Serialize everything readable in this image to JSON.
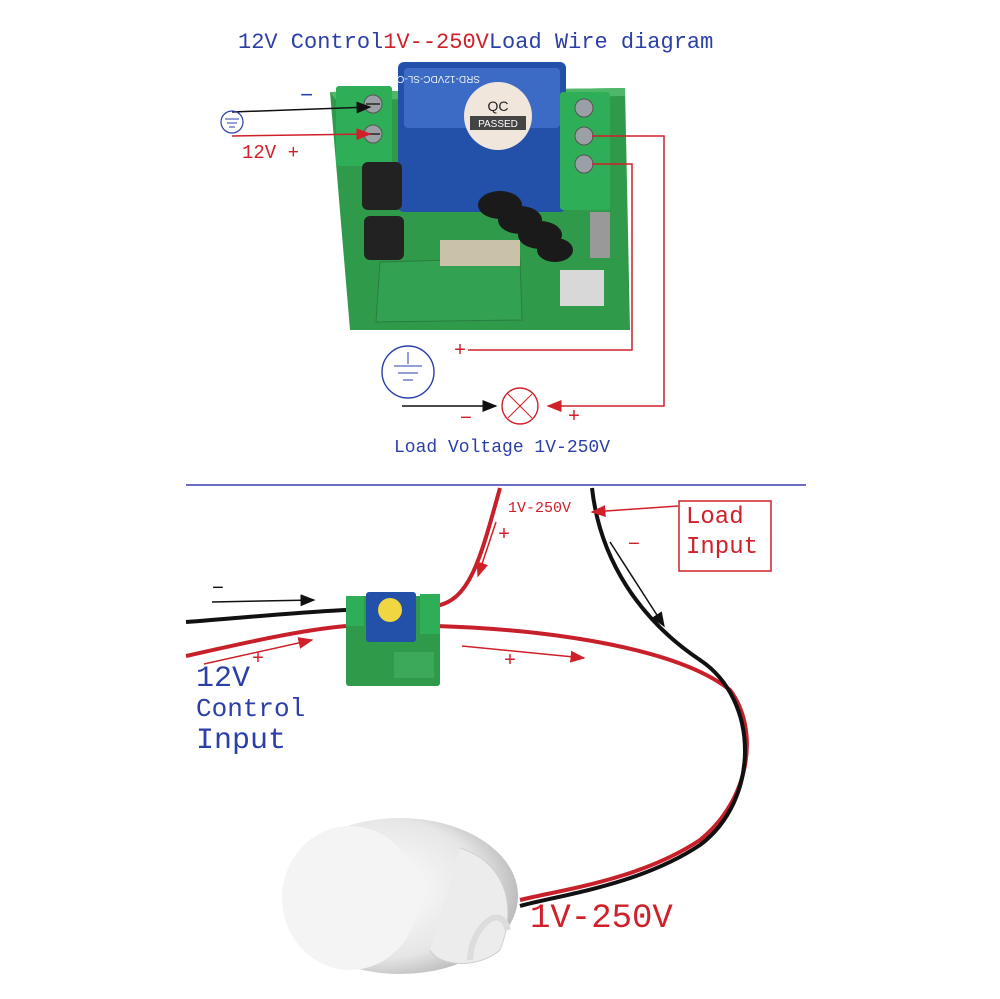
{
  "top": {
    "title_a": "12V Control",
    "title_b": "1V--250V",
    "title_c": "Load Wire diagram",
    "minus": "−",
    "plus12": "12V +",
    "plus": "+",
    "lamp_minus": "−",
    "lamp_plus": "+",
    "load_voltage": "Load Voltage 1V-250V",
    "relay_text_1": "QC",
    "relay_text_2": "PASSED",
    "relay_model": "SRD-12VDC-SL-C"
  },
  "bottom": {
    "top_voltage": "1V-250V",
    "plus_a": "+",
    "minus_a": "−",
    "load_input_1": "Load",
    "load_input_2": "Input",
    "ctrl_minus": "−",
    "ctrl_plus": "+",
    "ctrl_12v": "12V",
    "ctrl_control": "Control",
    "ctrl_input": "Input",
    "wire_plus": "+",
    "bulb_voltage": "1V-250V"
  },
  "colors": {
    "accent_blue": "#2b3fa8",
    "accent_red": "#d0202a",
    "pcb_green": "#2f9a4a",
    "relay_blue": "#2350a8"
  }
}
